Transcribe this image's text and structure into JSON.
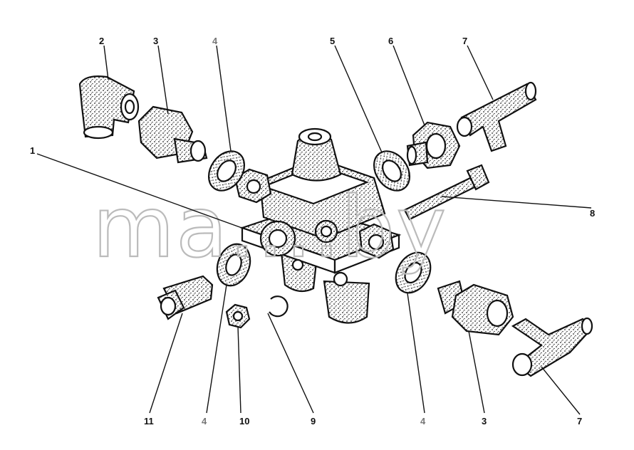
{
  "watermark": "ma....by",
  "labels": {
    "l1": "1",
    "l2": "2",
    "l3a": "3",
    "l3b": "3",
    "l4a": "4",
    "l4b": "4",
    "l4c": "4",
    "l5": "5",
    "l6": "6",
    "l7a": "7",
    "l7b": "7",
    "l8": "8",
    "l9": "9",
    "l10": "10",
    "l11": "11"
  },
  "colors": {
    "ink": "#111111",
    "watermark": "#bbbbbb",
    "label_gray": "#777777"
  }
}
